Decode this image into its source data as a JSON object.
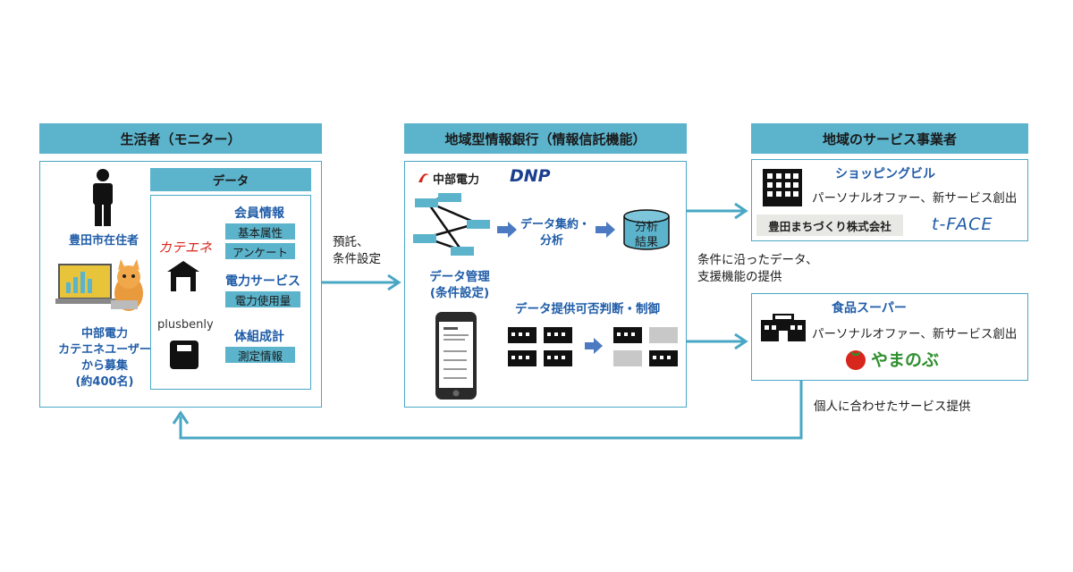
{
  "left": {
    "header": "生活者（モニター）",
    "resident": "豊田市在住者",
    "recruit": [
      "中部電力",
      "カテエネユーザー",
      "から募集",
      "(約400名)"
    ],
    "data_header": "データ",
    "member_title": "会員情報",
    "member_items": [
      "基本属性",
      "アンケート"
    ],
    "power_title": "電力サービス",
    "power_items": [
      "電力使用量"
    ],
    "body_title": "体組成計",
    "body_items": [
      "測定情報"
    ],
    "logo_kateene": "カテエネ",
    "logo_plusbenly": "plusbenly"
  },
  "arrow_label_1": [
    "預託、",
    "条件設定"
  ],
  "center": {
    "header": "地域型情報銀行（情報信託機能）",
    "logo_chubu": "中部電力",
    "logo_dnp": "DNP",
    "aggregate": [
      "データ集約・",
      "分析"
    ],
    "result": [
      "分析",
      "結果"
    ],
    "manage": [
      "データ管理",
      "(条件設定)"
    ],
    "control": "データ提供可否判断・制御"
  },
  "arrow_label_2": [
    "条件に沿ったデータ、",
    "支援機能の提供"
  ],
  "right": {
    "header": "地域のサービス事業者",
    "shop_title": "ショッピングビル",
    "shop_text": "パーソナルオファー、新サービス創出",
    "shop_company": "豊田まちづくり株式会社",
    "shop_brand": "t-FACE",
    "food_title": "食品スーパー",
    "food_text": "パーソナルオファー、新サービス創出",
    "food_brand": "やまのぶ"
  },
  "bottom_label": "個人に合わせたサービス提供",
  "colors": {
    "accent": "#5bb3cc",
    "border": "#4aa7c4",
    "label_blue": "#1f5ca8",
    "arrow": "#4aa7c4",
    "logo_red": "#d7261c",
    "logo_green": "#2f8f2f",
    "dnp_blue": "#1a3f8f"
  }
}
